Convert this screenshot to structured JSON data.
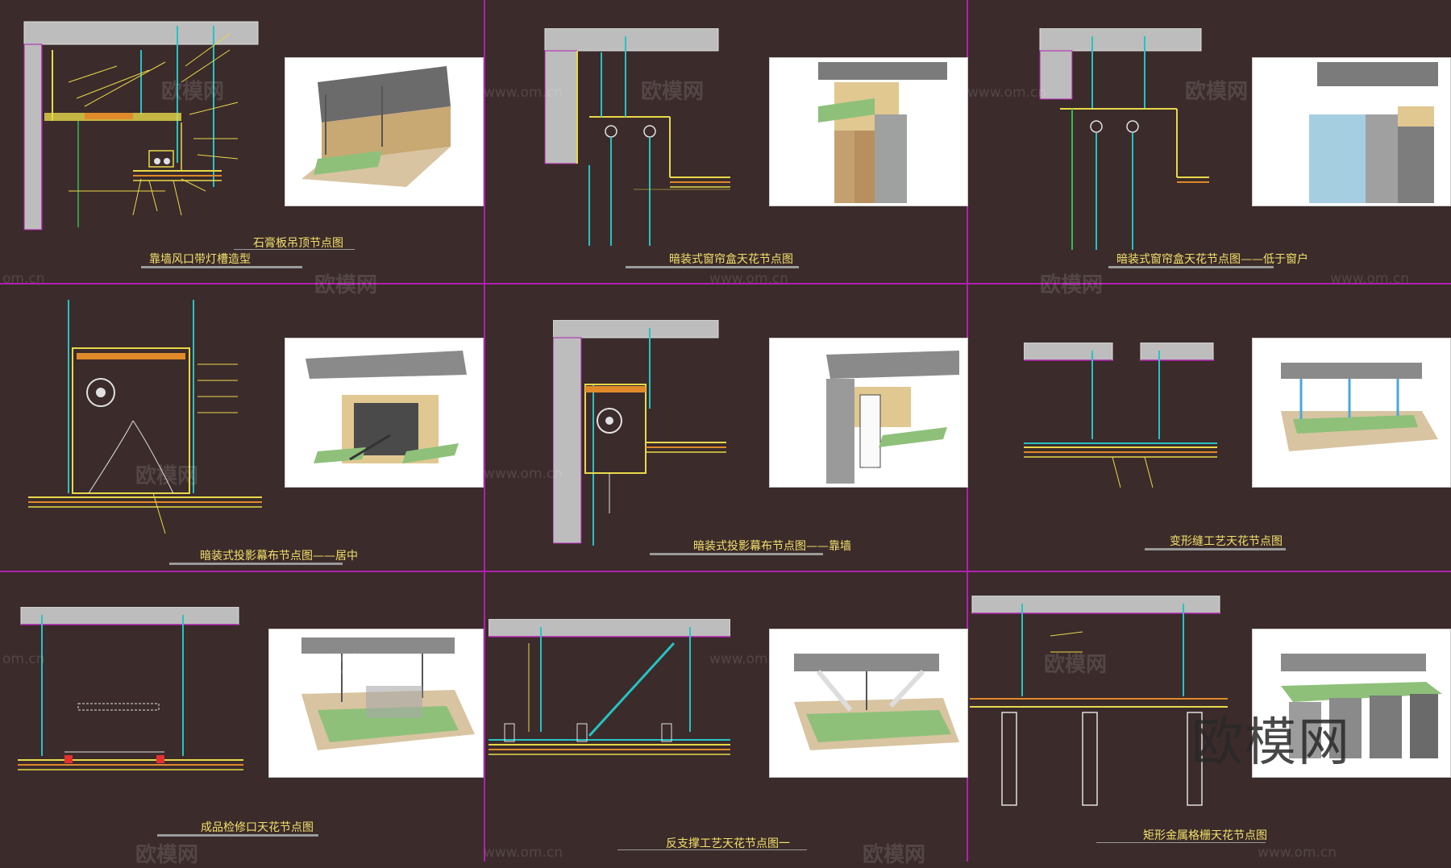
{
  "panels": [
    {
      "title_main": "石膏板吊顶节点图",
      "title_sub": "靠墙风口带灯槽造型"
    },
    {
      "title_main": "暗装式窗帘盒天花节点图"
    },
    {
      "title_main": "暗装式窗帘盒天花节点图——低于窗户"
    },
    {
      "title_main": "暗装式投影幕布节点图——居中"
    },
    {
      "title_main": "暗装式投影幕布节点图——靠墙"
    },
    {
      "title_main": "变形缝工艺天花节点图"
    },
    {
      "title_main": "成品检修口天花节点图"
    },
    {
      "title_main": "反支撑工艺天花节点图一"
    },
    {
      "title_main": "矩形金属格栅天花节点图"
    }
  ],
  "watermark": {
    "brand": "欧模网",
    "url": "www.om.cn",
    "url_short": "om.cn"
  },
  "colors": {
    "background": "#3b2b2b",
    "grid": "#b020b0",
    "caption": "#f2e06a",
    "concrete": "#bdbdbd",
    "cyan": "#27c3c3",
    "yellow": "#e8d94a",
    "orange": "#e08a2a",
    "green": "#2fbf4f",
    "red": "#e53030"
  }
}
